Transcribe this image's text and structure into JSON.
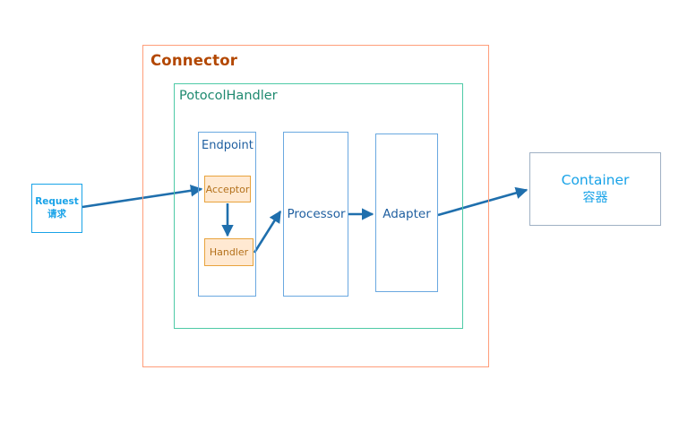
{
  "diagram": {
    "title_region": "Tomcat Connector architecture diagram",
    "background_color": "#ffffff"
  },
  "nodes": {
    "request": {
      "label_en": "Request",
      "label_zh": "请求",
      "border_color": "#19a3e8",
      "text_color": "#19a3e8"
    },
    "connector": {
      "label": "Connector",
      "border_color": "#ff9e7a",
      "text_color": "#b34700"
    },
    "protocol_handler": {
      "label": "PotocolHandler",
      "border_color": "#4ecaa6",
      "text_color": "#1f8a70"
    },
    "endpoint": {
      "label": "Endpoint",
      "border_color": "#6aa8e0",
      "text_color": "#1f5fa0"
    },
    "acceptor": {
      "label": "Acceptor",
      "fill_color": "#ffe9d2",
      "border_color": "#e8a33d",
      "text_color": "#b3701a"
    },
    "handler": {
      "label": "Handler",
      "fill_color": "#ffe9d2",
      "border_color": "#e8a33d",
      "text_color": "#b3701a"
    },
    "processor": {
      "label": "Processor",
      "border_color": "#6aa8e0",
      "text_color": "#1f5fa0"
    },
    "adapter": {
      "label": "Adapter",
      "border_color": "#6aa8e0",
      "text_color": "#1f5fa0"
    },
    "container": {
      "label_en": "Container",
      "label_zh": "容器",
      "border_color": "#9fb0c4",
      "text_color": "#19a3e8"
    }
  },
  "edges": [
    {
      "name": "request-to-acceptor",
      "from": "request",
      "to": "acceptor",
      "style": "solid-arrow",
      "color": "#1f6fad"
    },
    {
      "name": "acceptor-to-handler",
      "from": "acceptor",
      "to": "handler",
      "style": "solid-arrow",
      "color": "#1f6fad"
    },
    {
      "name": "handler-to-processor",
      "from": "handler",
      "to": "processor",
      "style": "solid-arrow",
      "color": "#1f6fad"
    },
    {
      "name": "processor-to-adapter",
      "from": "processor",
      "to": "adapter",
      "style": "solid-arrow",
      "color": "#1f6fad"
    },
    {
      "name": "adapter-to-container",
      "from": "adapter",
      "to": "container",
      "style": "solid-arrow",
      "color": "#1f6fad"
    }
  ]
}
